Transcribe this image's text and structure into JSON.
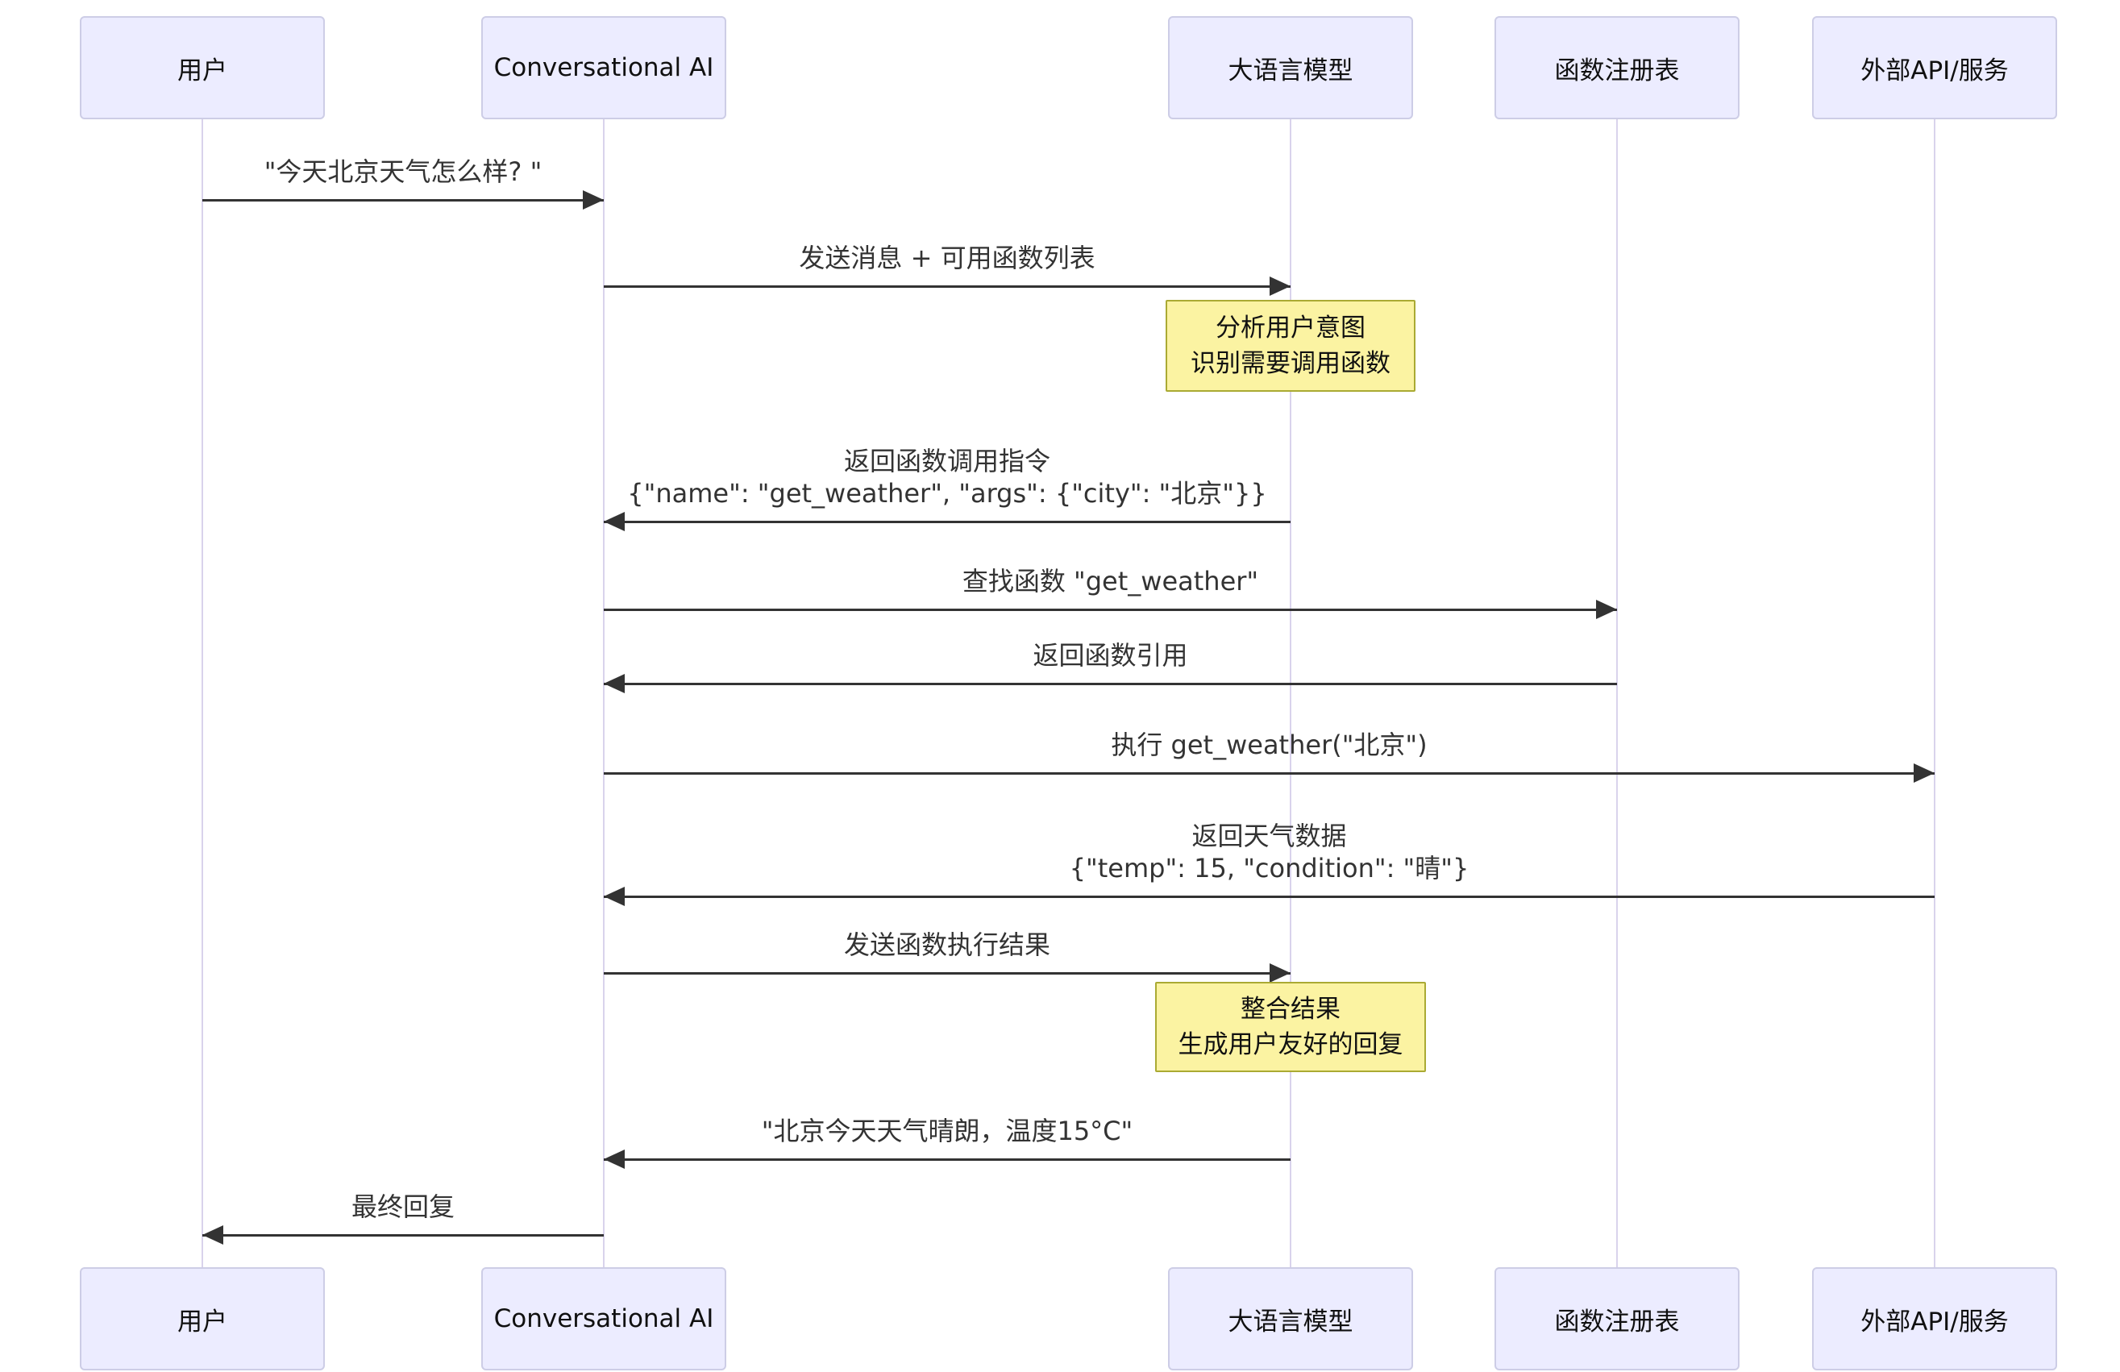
{
  "actors": [
    {
      "label": "用户"
    },
    {
      "label": "Conversational AI"
    },
    {
      "label": "大语言模型"
    },
    {
      "label": "函数注册表"
    },
    {
      "label": "外部API/服务"
    }
  ],
  "messages": [
    {
      "from": "用户",
      "to": "Conversational AI",
      "direction": "right",
      "text": "\"今天北京天气怎么样? \""
    },
    {
      "from": "Conversational AI",
      "to": "大语言模型",
      "direction": "right",
      "text": "发送消息 + 可用函数列表"
    },
    {
      "from": "大语言模型",
      "to": "Conversational AI",
      "direction": "left",
      "line1": "返回函数调用指令",
      "line2": "{\"name\": \"get_weather\", \"args\": {\"city\": \"北京\"}}"
    },
    {
      "from": "Conversational AI",
      "to": "函数注册表",
      "direction": "right",
      "text": "查找函数 \"get_weather\""
    },
    {
      "from": "函数注册表",
      "to": "Conversational AI",
      "direction": "left",
      "text": "返回函数引用"
    },
    {
      "from": "Conversational AI",
      "to": "外部API/服务",
      "direction": "right",
      "text": "执行 get_weather(\"北京\")"
    },
    {
      "from": "外部API/服务",
      "to": "Conversational AI",
      "direction": "left",
      "line1": "返回天气数据",
      "line2": "{\"temp\": 15, \"condition\": \"晴\"}"
    },
    {
      "from": "Conversational AI",
      "to": "大语言模型",
      "direction": "right",
      "text": "发送函数执行结果"
    },
    {
      "from": "大语言模型",
      "to": "Conversational AI",
      "direction": "left",
      "text": "\"北京今天天气晴朗，温度15°C\""
    },
    {
      "from": "Conversational AI",
      "to": "用户",
      "direction": "left",
      "text": "最终回复"
    }
  ],
  "notes": [
    {
      "over": "大语言模型",
      "line1": "分析用户意图",
      "line2": "识别需要调用函数"
    },
    {
      "over": "大语言模型",
      "line1": "整合结果",
      "line2": "生成用户友好的回复"
    }
  ],
  "colors": {
    "background": "#FFFFFF",
    "actor_fill": "#ECECFF",
    "actor_border": "#CDCDE6",
    "lifeline": "#D9D3EC",
    "arrow": "#333333",
    "message_text": "#333333",
    "note_fill": "#FBF3A2",
    "note_border": "#AAAA33"
  }
}
